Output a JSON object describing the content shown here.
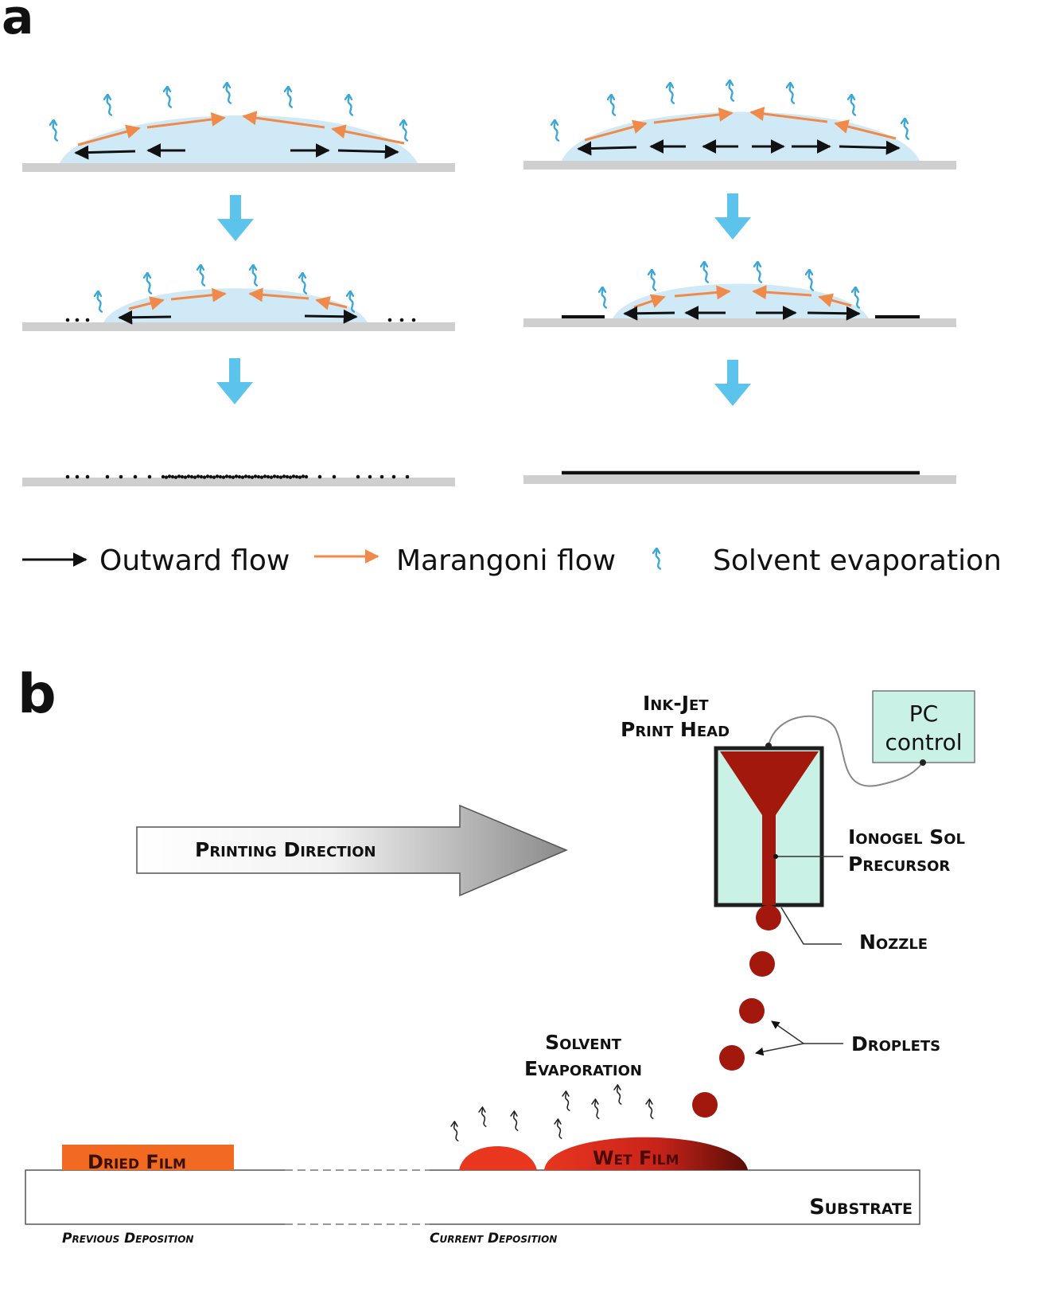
{
  "panel_a": {
    "letter": "a",
    "legend": {
      "outward": "Outward flow",
      "marangoni": "Marangoni flow",
      "evaporation": "Solvent evaporation"
    }
  },
  "panel_b": {
    "letter": "b",
    "print_head": [
      "Ink-Jet",
      "Print Head"
    ],
    "pc_control": [
      "PC",
      "control"
    ],
    "printing_direction": "Printing Direction",
    "sol_precursor": [
      "Ionogel Sol",
      "Precursor"
    ],
    "nozzle": "Nozzle",
    "droplets": "Droplets",
    "solvent_evaporation": [
      "Solvent",
      "Evaporation"
    ],
    "dried_film": "Dried Film",
    "wet_film": "Wet Film",
    "substrate": "Substrate",
    "previous_deposition": "Previous Deposition",
    "current_deposition": "Current Deposition"
  },
  "colors": {
    "droplet_fill": "#cfeaf6",
    "substrate_gray": "#cfcfcf",
    "outward_arrow": "#111111",
    "marangoni_arrow": "#f08a4b",
    "evaporation_icon": "#3aa7d6",
    "down_arrow": "#5cc3ec",
    "ink": "#a3180d",
    "head_fill": "#c9f1e6",
    "dried_film": "#f26a21",
    "wet_film": "#d42a1a"
  }
}
